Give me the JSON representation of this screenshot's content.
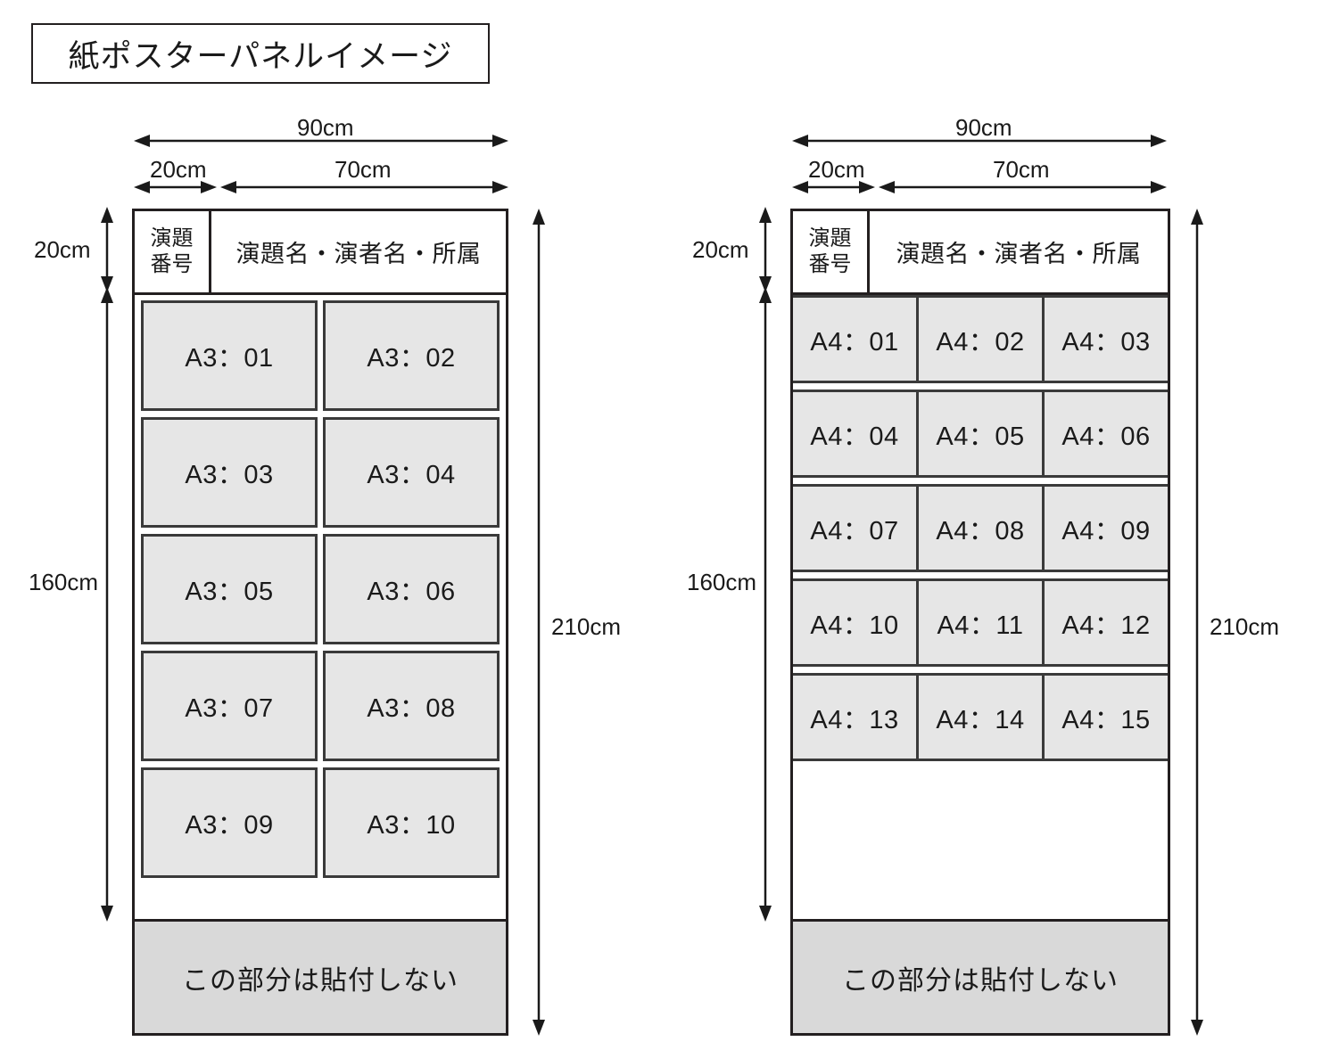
{
  "title": {
    "text": "紙ポスターパネルイメージ"
  },
  "colors": {
    "outline": "#231f20",
    "cell_fill": "#e6e6e6",
    "cell_border": "#3a3a3a",
    "band_fill": "#d9d9d9",
    "background": "#ffffff"
  },
  "panels": [
    {
      "id": "a3-panel",
      "dimensions": {
        "total_width": "90cm",
        "number_column_width": "20cm",
        "content_column_width": "70cm",
        "header_height": "20cm",
        "poster_area_height": "160cm",
        "total_height": "210cm"
      },
      "header": {
        "number_label_line1": "演題",
        "number_label_line2": "番号",
        "title_label": "演題名・演者名・所属"
      },
      "grid": {
        "rows": 5,
        "cols": 2,
        "cells": [
          [
            "A3：01",
            "A3：02"
          ],
          [
            "A3：03",
            "A3：04"
          ],
          [
            "A3：05",
            "A3：06"
          ],
          [
            "A3：07",
            "A3：08"
          ],
          [
            "A3：09",
            "A3：10"
          ]
        ]
      },
      "footer_band": "この部分は貼付しない"
    },
    {
      "id": "a4-panel",
      "dimensions": {
        "total_width": "90cm",
        "number_column_width": "20cm",
        "content_column_width": "70cm",
        "header_height": "20cm",
        "poster_area_height": "160cm",
        "total_height": "210cm"
      },
      "header": {
        "number_label_line1": "演題",
        "number_label_line2": "番号",
        "title_label": "演題名・演者名・所属"
      },
      "grid": {
        "rows": 5,
        "cols": 3,
        "cells": [
          [
            "A4：01",
            "A4：02",
            "A4：03"
          ],
          [
            "A4：04",
            "A4：05",
            "A4：06"
          ],
          [
            "A4：07",
            "A4：08",
            "A4：09"
          ],
          [
            "A4：10",
            "A4：11",
            "A4：12"
          ],
          [
            "A4：13",
            "A4：14",
            "A4：15"
          ]
        ]
      },
      "footer_band": "この部分は貼付しない"
    }
  ]
}
